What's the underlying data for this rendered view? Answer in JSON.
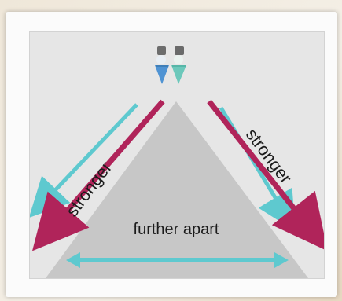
{
  "diagram": {
    "left_label": "stronger",
    "right_label": "stronger",
    "bottom_label": "further apart",
    "colors": {
      "triangle": "#c7c7c7",
      "background": "#e6e6e6",
      "crimson_arrow": "#b0245a",
      "cyan_arrow": "#5ec9cf",
      "figure_blue": "#4f93d3",
      "figure_teal": "#6cc8bb"
    },
    "icons": [
      "person-blue-icon",
      "person-teal-icon"
    ]
  }
}
